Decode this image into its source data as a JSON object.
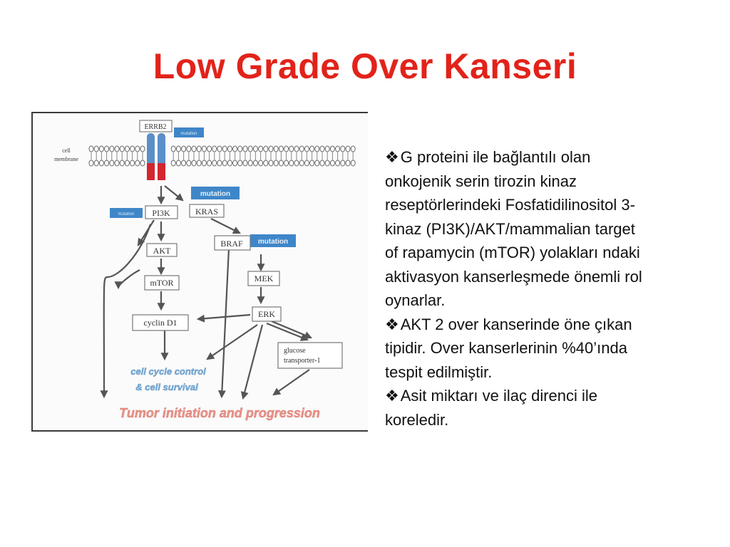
{
  "slide": {
    "title": "Low Grade Over Kanseri"
  },
  "diagram": {
    "labels": {
      "cell_membrane_1": "cell",
      "cell_membrane_2": "membrane",
      "errb2": "ERRB2",
      "pi3k": "PI3K",
      "kras": "KRAS",
      "akt": "AKT",
      "braf": "BRAF",
      "mtor": "mTOR",
      "mek": "MEK",
      "cyclin": "cyclin D1",
      "erk": "ERK",
      "glucose_1": "glucose",
      "glucose_2": "transporter-1",
      "cell_cycle_1": "cell cycle control",
      "cell_cycle_2": "& cell survival",
      "tumor": "Tumor initiation and progression"
    },
    "mutation_tags": {
      "errb2": "mutation",
      "kras": "mutation",
      "pi3k": "mutation",
      "braf": "mutation"
    },
    "colors": {
      "mutation_tag": "#3f86c9",
      "receptor_blue": "#5b8fc7",
      "receptor_red": "#d3262f",
      "outcome_blue": "#7aaed6",
      "tumor_red": "#e8938a"
    }
  },
  "bullets": [
    {
      "marker": "❖",
      "lines": [
        "G proteini ile bağlantılı olan",
        "onkojenik  serin tirozin kinaz",
        "reseptörlerindeki Fosfatidilinositol 3-",
        "kinaz (PI3K)/AKT/mammalian target",
        "of rapamycin (mTOR) yolakları ndaki",
        "aktivasyon kanserleşmede önemli rol",
        "oynarlar."
      ]
    },
    {
      "marker": "❖",
      "lines": [
        "AKT 2 over kanserinde öne çıkan",
        "tipidir. Over kanserlerinin %40’ında",
        "tespit edilmiştir."
      ]
    },
    {
      "marker": "❖",
      "lines": [
        "Asit miktarı  ve ilaç direnci ile",
        "koreledir."
      ]
    }
  ]
}
